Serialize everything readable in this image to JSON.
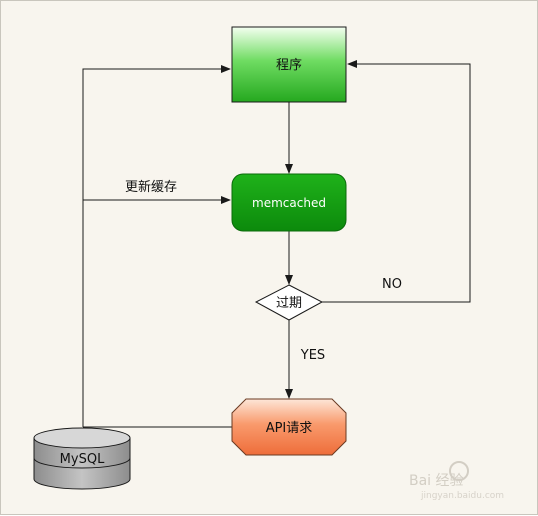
{
  "nodes": {
    "program": "程序",
    "memcached": "memcached",
    "expired": "过期",
    "api_request": "API请求",
    "mysql": "MySQL"
  },
  "edge_labels": {
    "update_cache": "更新缓存",
    "no": "NO",
    "yes": "YES"
  },
  "watermark": {
    "text": "Bai 经验",
    "sub": "jingyan.baidu.com"
  },
  "colors": {
    "program_fill": "#3ec23a",
    "memcached_fill": "#129b12",
    "api_fill": "#f57a4c",
    "mysql_fill": "#9a9a9a",
    "line": "#1a1a1a"
  }
}
